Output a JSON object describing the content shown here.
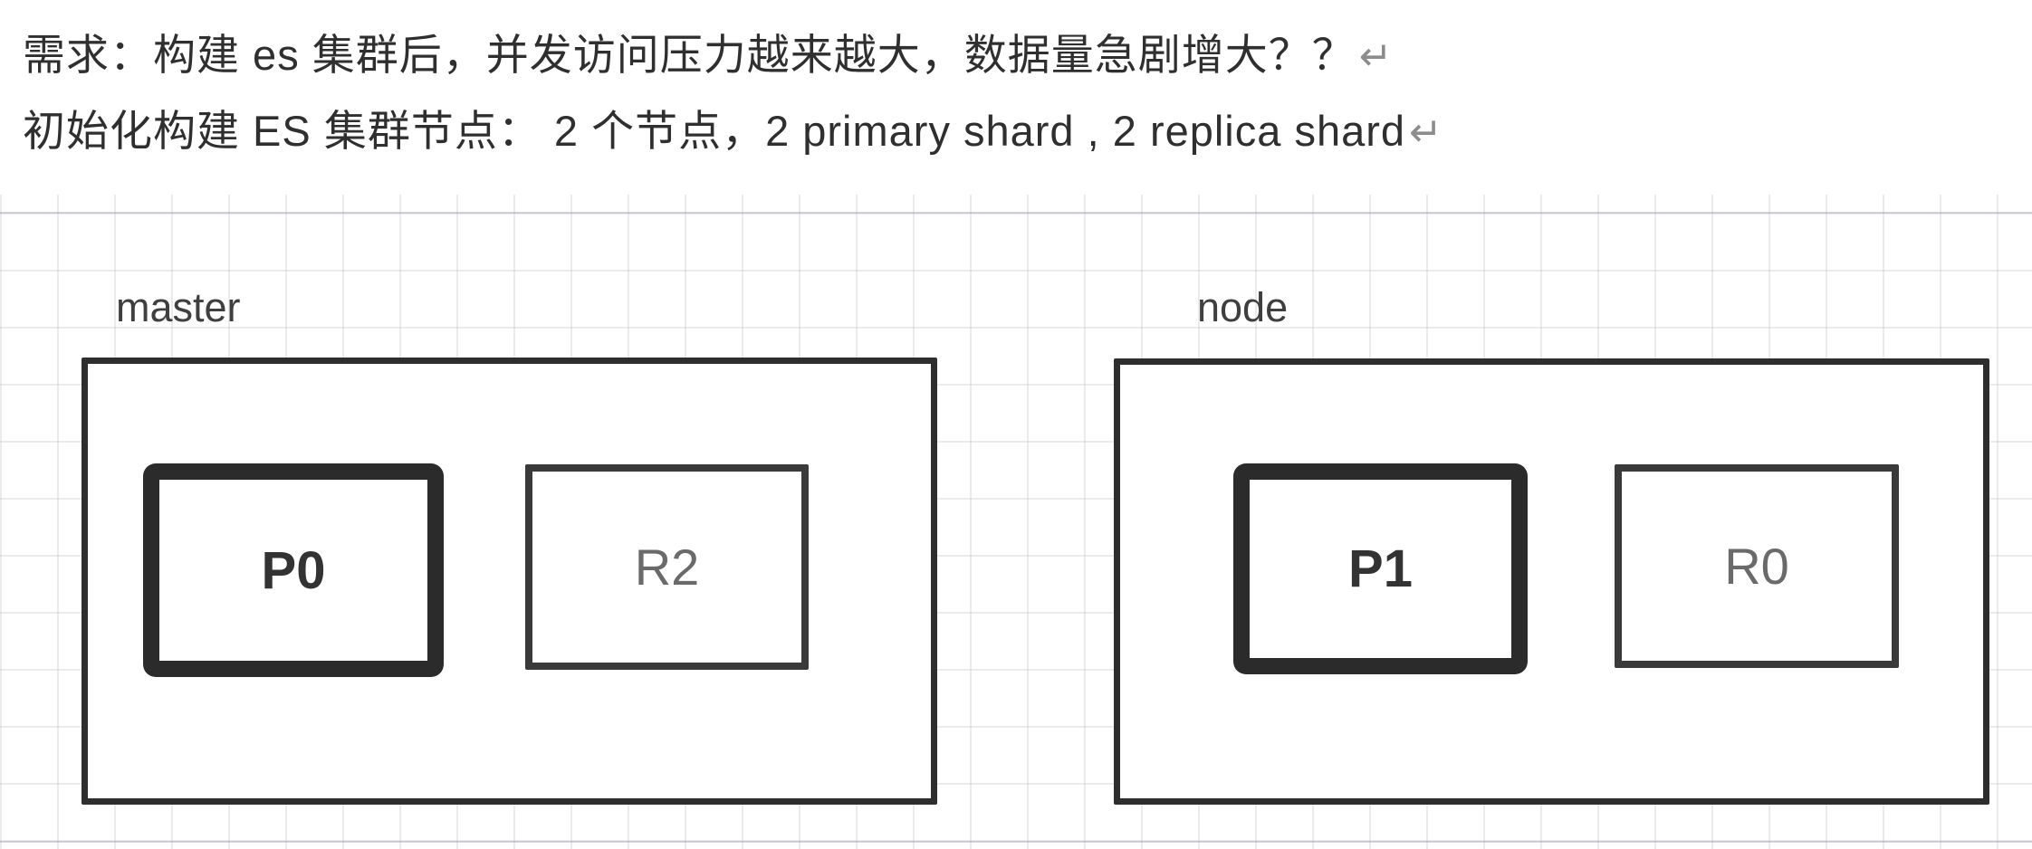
{
  "document": {
    "requirement_line": "需求：构建 es 集群后，并发访问压力越来越大，数据量急剧增大？？",
    "init_line": "初始化构建 ES 集群节点：  2 个节点，2 primary shard , 2 replica shard",
    "return_mark": "↵"
  },
  "diagram": {
    "nodes": [
      {
        "label": "master",
        "shards": [
          {
            "id": "P0",
            "type": "primary shard"
          },
          {
            "id": "R2",
            "type": "replica shard"
          }
        ]
      },
      {
        "label": "node",
        "shards": [
          {
            "id": "P1",
            "type": "primary shard"
          },
          {
            "id": "R0",
            "type": "replica shard"
          }
        ]
      }
    ],
    "colors": {
      "node_border": "#2e2e2e",
      "primary_border": "#2b2b2b",
      "replica_border": "#3a3a3a",
      "primary_text": "#333333",
      "replica_text": "#6a6a6a",
      "label_text": "#3f3f3f",
      "body_text": "#2f2f2f",
      "return_mark": "#8c8c8c",
      "grid_line": "#e4e4ea"
    }
  }
}
